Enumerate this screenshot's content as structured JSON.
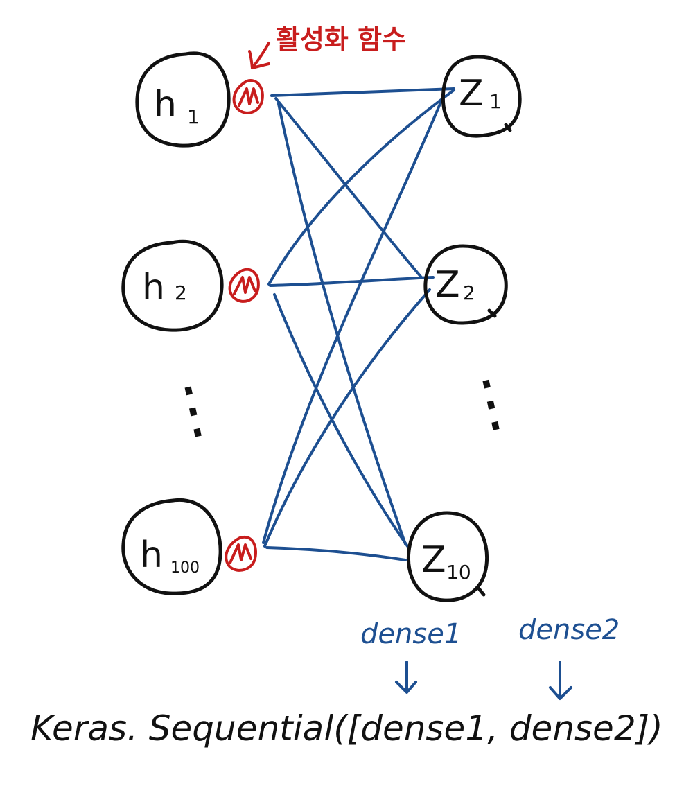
{
  "colors": {
    "ink": "#111111",
    "connection": "#1d4f91",
    "activation": "#c81d1d"
  },
  "annotation": {
    "text": "활성화 함수"
  },
  "hidden_layer": {
    "nodes": [
      {
        "base": "h",
        "sub": "1"
      },
      {
        "base": "h",
        "sub": "2"
      },
      {
        "base": "h",
        "sub": "100"
      }
    ],
    "ellipsis": "⋮"
  },
  "output_layer": {
    "nodes": [
      {
        "base": "Z",
        "sub": "1"
      },
      {
        "base": "Z",
        "sub": "2"
      },
      {
        "base": "Z",
        "sub": "10"
      }
    ],
    "ellipsis": "⋮"
  },
  "layer_labels": {
    "dense1": "dense1",
    "dense2": "dense2"
  },
  "code": {
    "text": "Keras. Sequential([dense1, dense2])"
  }
}
